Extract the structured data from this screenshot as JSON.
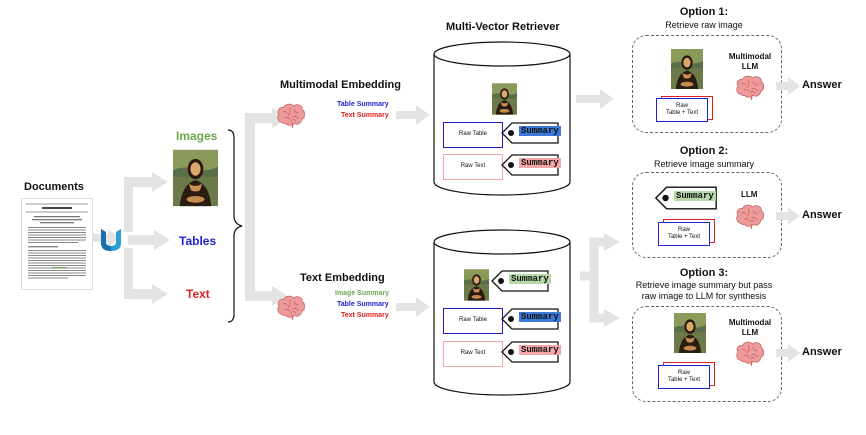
{
  "left": {
    "documents_label": "Documents",
    "images_label": "Images",
    "tables_label": "Tables",
    "text_label": "Text"
  },
  "embedding": {
    "multimodal_title": "Multimodal Embedding",
    "multimodal_items": {
      "table": "Table Summary",
      "text": "Text Summary"
    },
    "text_title": "Text Embedding",
    "text_items": {
      "image": "Image Summary",
      "table": "Table Summary",
      "text": "Text Summary"
    }
  },
  "retriever": {
    "title": "Multi-Vector Retriever",
    "raw_table": "Raw Table",
    "raw_text": "Raw Text",
    "summary_tag": "Summary"
  },
  "options": {
    "o1_title": "Option 1:",
    "o1_sub": "Retrieve raw image",
    "o2_title": "Option 2:",
    "o2_sub": "Retrieve image summary",
    "o3_title": "Option 3:",
    "o3_sub_line1": "Retrieve image summary but pass",
    "o3_sub_line2": "raw image to LLM for synthesis",
    "mm_llm_line1": "Multimodal",
    "mm_llm_line2": "LLM",
    "llm": "LLM",
    "raw_line1": "Raw",
    "raw_line2": "Table + Text",
    "answer": "Answer",
    "summary_tag": "Summary"
  },
  "colors": {
    "images": "#6aa84f",
    "tables": "#1f1fd6",
    "text": "#e02020",
    "arrow": "#e3e3e3",
    "summary_blue": "#3c78d8",
    "summary_red": "#f4a6a6",
    "summary_green": "#b6d7a8",
    "brain": "#e88b8b"
  }
}
